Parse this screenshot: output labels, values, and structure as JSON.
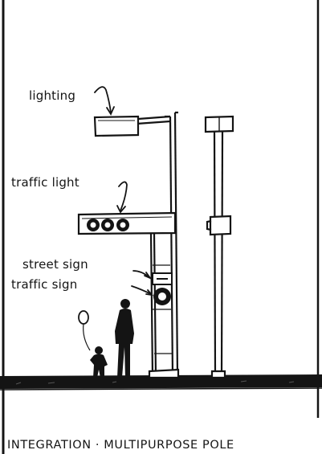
{
  "labels": {
    "lighting": "lighting",
    "traffic_light": "traffic light",
    "street_sign": "street sign",
    "traffic_sign": "traffic sign"
  },
  "caption": "INTEGRATION · MULTIPURPOSE POLE",
  "colors": {
    "ink": "#141414",
    "paper": "#ffffff"
  }
}
